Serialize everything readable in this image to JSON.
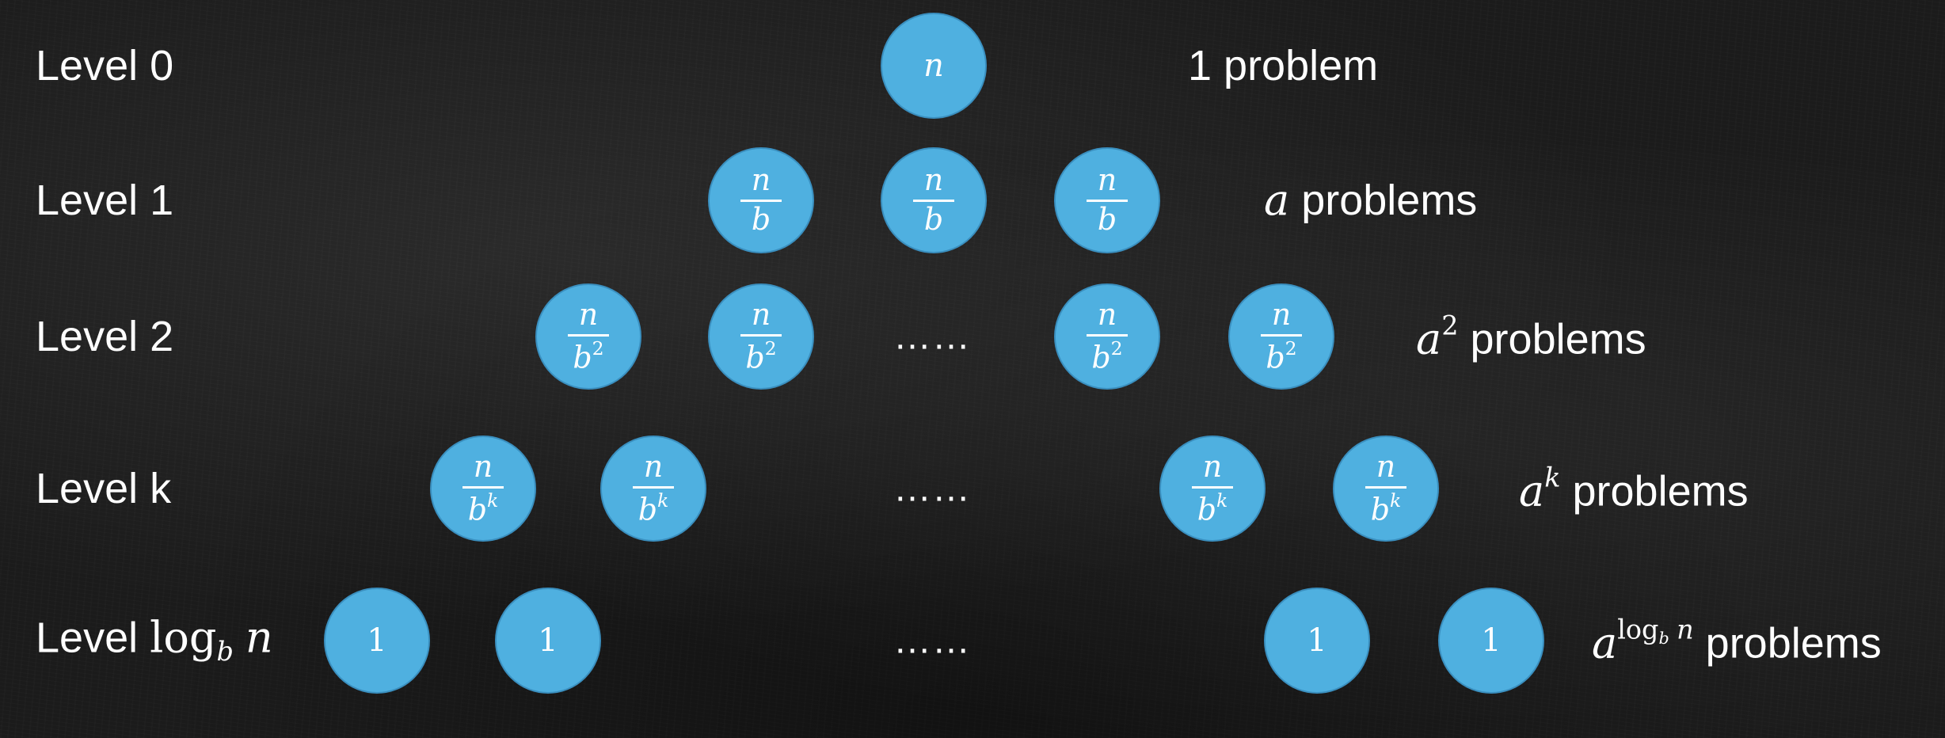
{
  "levels": [
    {
      "label": {
        "prefix": "Level 0"
      },
      "nodes": {
        "var": "n"
      },
      "count": {
        "text": "1 problem"
      }
    },
    {
      "label": {
        "prefix": "Level 1"
      },
      "nodes": {
        "num": "n",
        "den": "b",
        "exp": ""
      },
      "count": {
        "base": "a",
        "exp": "",
        "text": "problems"
      }
    },
    {
      "label": {
        "prefix": "Level 2"
      },
      "nodes": {
        "num": "n",
        "den": "b",
        "exp": "2"
      },
      "ellipsis": "……",
      "count": {
        "base": "a",
        "exp": "2",
        "text": "problems"
      }
    },
    {
      "label": {
        "prefix": "Level k"
      },
      "nodes": {
        "num": "n",
        "den": "b",
        "exp": "k"
      },
      "ellipsis": "……",
      "count": {
        "base": "a",
        "exp": "k",
        "text": "problems"
      }
    },
    {
      "label": {
        "prefix": "Level ",
        "log": "log",
        "base": "b",
        "arg": "n"
      },
      "nodes": {
        "value": "1"
      },
      "ellipsis": "……",
      "count": {
        "base": "a",
        "exp_log": "log",
        "exp_base": "b",
        "exp_arg": "n",
        "text": "problems"
      }
    }
  ],
  "colors": {
    "node_fill": "#4fb0e0",
    "node_border": "#3a8fbf",
    "background": "#1b1b1b",
    "text": "#ffffff"
  }
}
